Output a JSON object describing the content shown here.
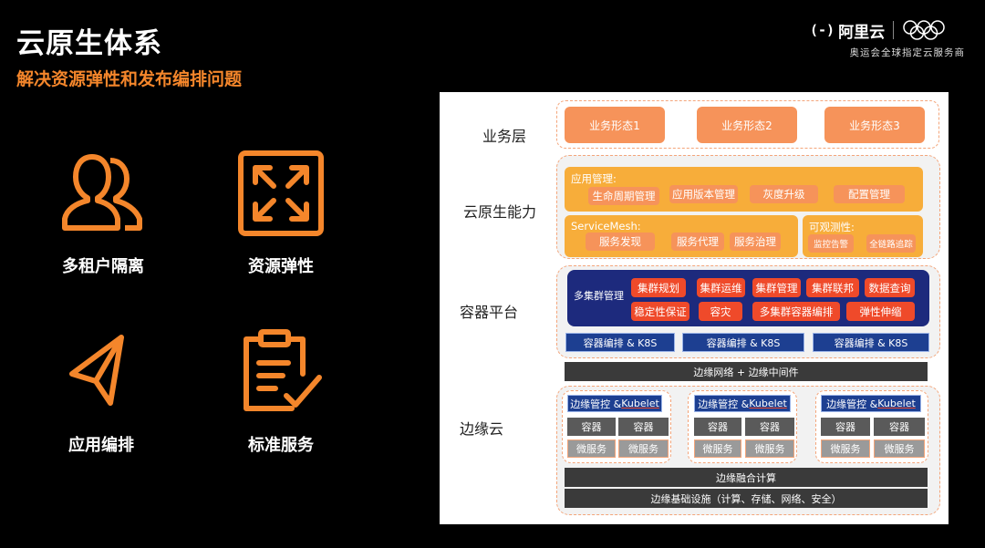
{
  "header": {
    "title": "云原生体系",
    "subtitle": "解决资源弹性和发布编排问题"
  },
  "brand": {
    "logo": "(-)",
    "name": "阿里云",
    "tagline": "奥运会全球指定云服务商"
  },
  "features": [
    {
      "label": "多租户隔离",
      "icon": "users-icon"
    },
    {
      "label": "资源弹性",
      "icon": "expand-arrows-icon"
    },
    {
      "label": "应用编排",
      "icon": "paper-plane-icon"
    },
    {
      "label": "标准服务",
      "icon": "clipboard-check-icon"
    }
  ],
  "colors": {
    "accent": "#f4862b",
    "orange_box": "#f6935a",
    "yellow_group": "#f7ad3a",
    "red_box": "#ef4a2a",
    "navy": "#1d2a7d",
    "blue_box": "#1d3f91",
    "dark_bar": "#3a3a3a"
  },
  "diagram": {
    "business": {
      "label": "业务层",
      "items": [
        "业务形态1",
        "业务形态2",
        "业务形态3"
      ]
    },
    "cloud_native": {
      "label": "云原生能力",
      "app_management": {
        "title": "应用管理:",
        "items": [
          "生命周期管理",
          "应用版本管理",
          "灰度升级",
          "配置管理"
        ]
      },
      "service_mesh": {
        "title": "ServiceMesh:",
        "items": [
          "服务发现",
          "服务代理",
          "服务治理"
        ]
      },
      "observability": {
        "title": "可观测性:",
        "items": [
          "监控告警",
          "全链路追踪"
        ]
      }
    },
    "container": {
      "label": "容器平台",
      "multi_cluster": {
        "title": "多集群管理",
        "items": [
          "集群规划",
          "集群运维",
          "集群管理",
          "集群联邦",
          "数据查询",
          "稳定性保证",
          "容灾",
          "多集群容器编排",
          "弹性伸缩"
        ]
      },
      "k8s": [
        "容器编排 & K8S",
        "容器编排 & K8S",
        "容器编排 & K8S"
      ]
    },
    "edge_network": "边缘网络 + 边缘中间件",
    "edge_cloud": {
      "label": "边缘云",
      "nodes": [
        {
          "k_pre": "边缘管控 & ",
          "k_kubelet": "Kubelet",
          "c1": "容器",
          "c2": "容器",
          "m1": "微服务",
          "m2": "微服务"
        },
        {
          "k_pre": "边缘管控 & ",
          "k_kubelet": "Kubelet",
          "c1": "容器",
          "c2": "容器",
          "m1": "微服务",
          "m2": "微服务"
        },
        {
          "k_pre": "边缘管控 & ",
          "k_kubelet": "Kubelet",
          "c1": "容器",
          "c2": "容器",
          "m1": "微服务",
          "m2": "微服务"
        }
      ],
      "compute": "边缘融合计算",
      "infra": "边缘基础设施（计算、存储、网络、安全）"
    }
  }
}
